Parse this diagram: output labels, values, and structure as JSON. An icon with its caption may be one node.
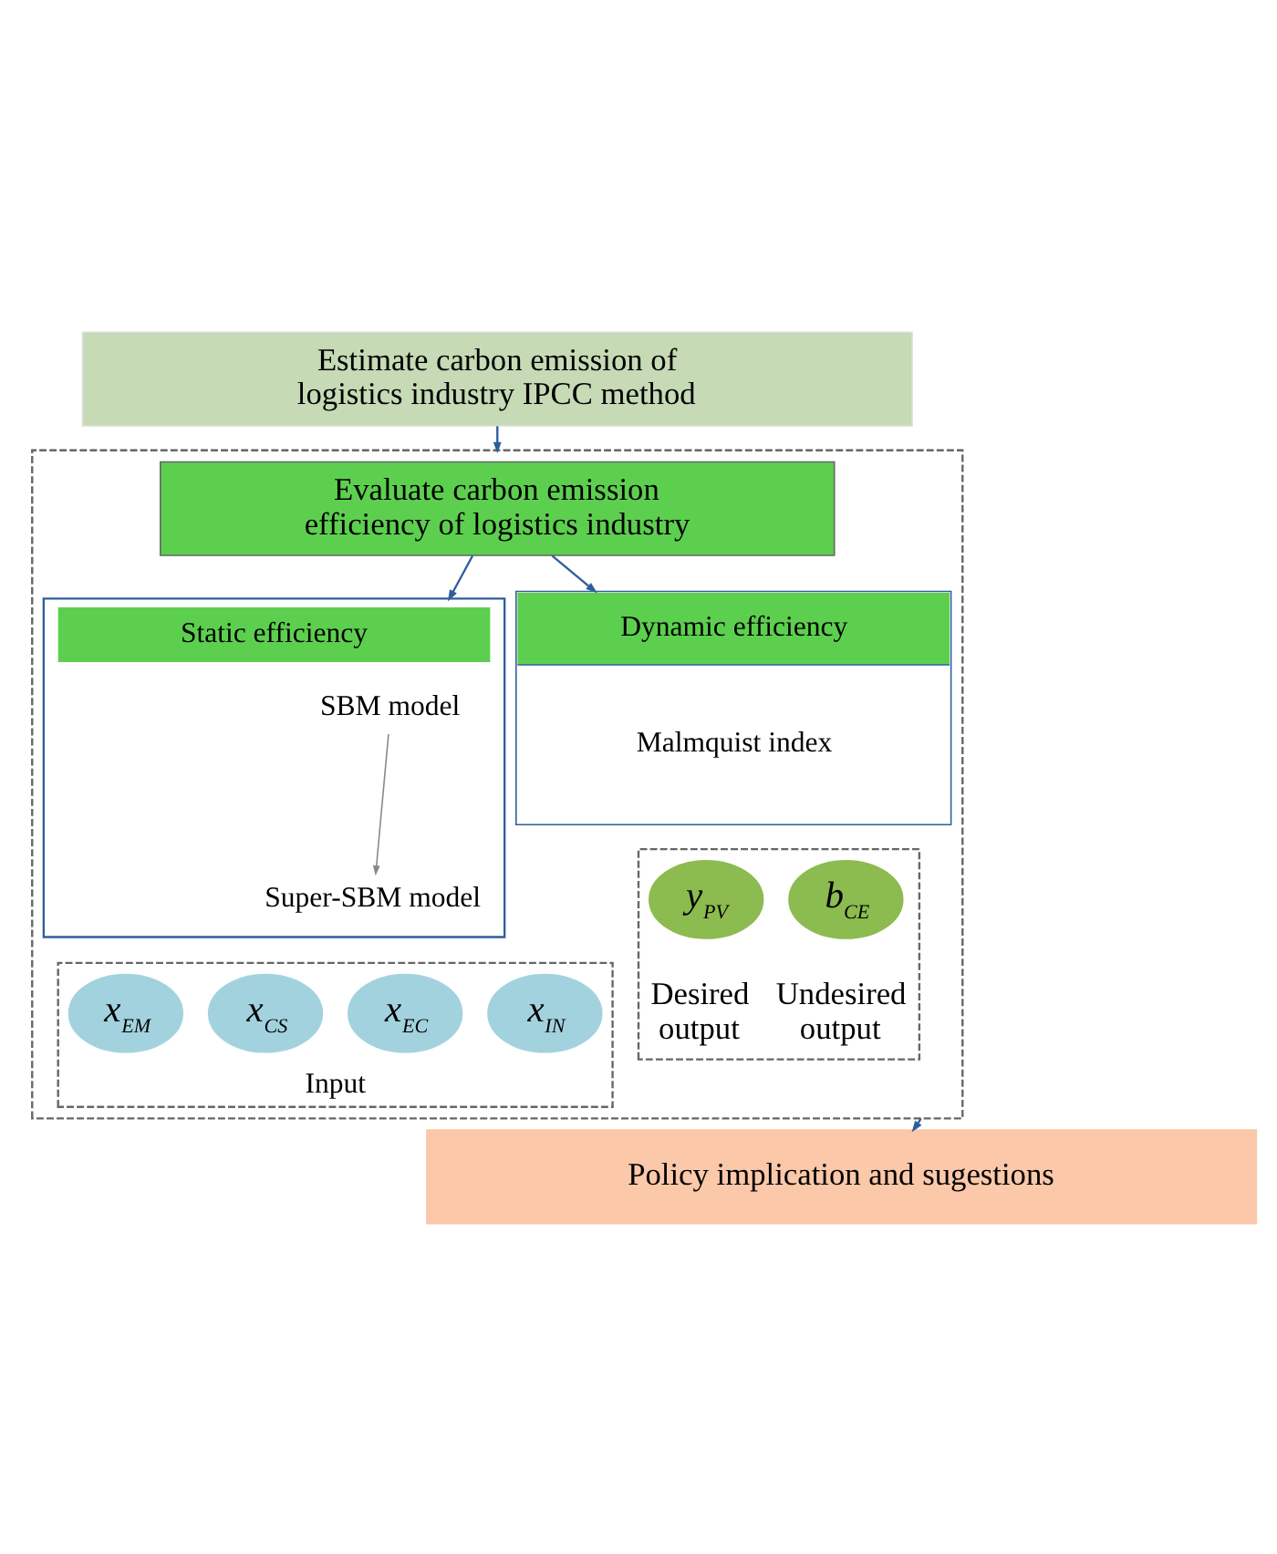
{
  "diagram": {
    "nodes": [
      {
        "text": [
          "Estimate carbon emission of logistics industry IPCC method"
        ]
      },
      {
        "text": [],
        "shape": "box"
      },
      {
        "text": [
          "Evaluate carbon emission efficiency of logistics industry"
        ],
        "in": 1
      },
      {
        "text": [
          "Static efficiency"
        ],
        "in": 1
      },
      {
        "text": [
          "SBM model"
        ],
        "in": 3
      },
      {
        "text": [
          "Super-SBM model"
        ],
        "in": 3
      },
      {
        "text": [
          "Dynamic efficiency",
          "Malmquist index"
        ],
        "in": 1
      },
      {
        "text": [
          "Input"
        ],
        "in": 1
      },
      {
        "text": [
          "x$_{EM}$"
        ],
        "in": 7
      },
      {
        "text": [
          "x$_{CS}$"
        ],
        "in": 7
      },
      {
        "text": [
          "x$_{EC}$"
        ],
        "in": 7
      },
      {
        "text": [
          "x$_{IN}$"
        ],
        "in": 7
      },
      {
        "text": [],
        "shape": "box",
        "in": 1
      },
      {
        "text": [
          "y$_{PV}$"
        ],
        "in": 12,
        "beside": [
          "Desired output"
        ]
      },
      {
        "text": [
          "b$_{CE}$"
        ],
        "in": 12,
        "beside": [
          "Undesired output"
        ]
      },
      {
        "text": [
          "Policy implication and sugestions"
        ]
      }
    ],
    "edges": [
      {
        "from": 0,
        "to": 1,
        "arrow": "to"
      },
      {
        "from": 2,
        "to": 3,
        "arrow": "to"
      },
      {
        "from": 2,
        "to": 6,
        "arrow": "to"
      },
      {
        "from": 4,
        "to": 5,
        "arrow": "to",
        "color": "#888888"
      },
      {
        "from": 1,
        "to": 15,
        "arrow": "to"
      }
    ]
  }
}
